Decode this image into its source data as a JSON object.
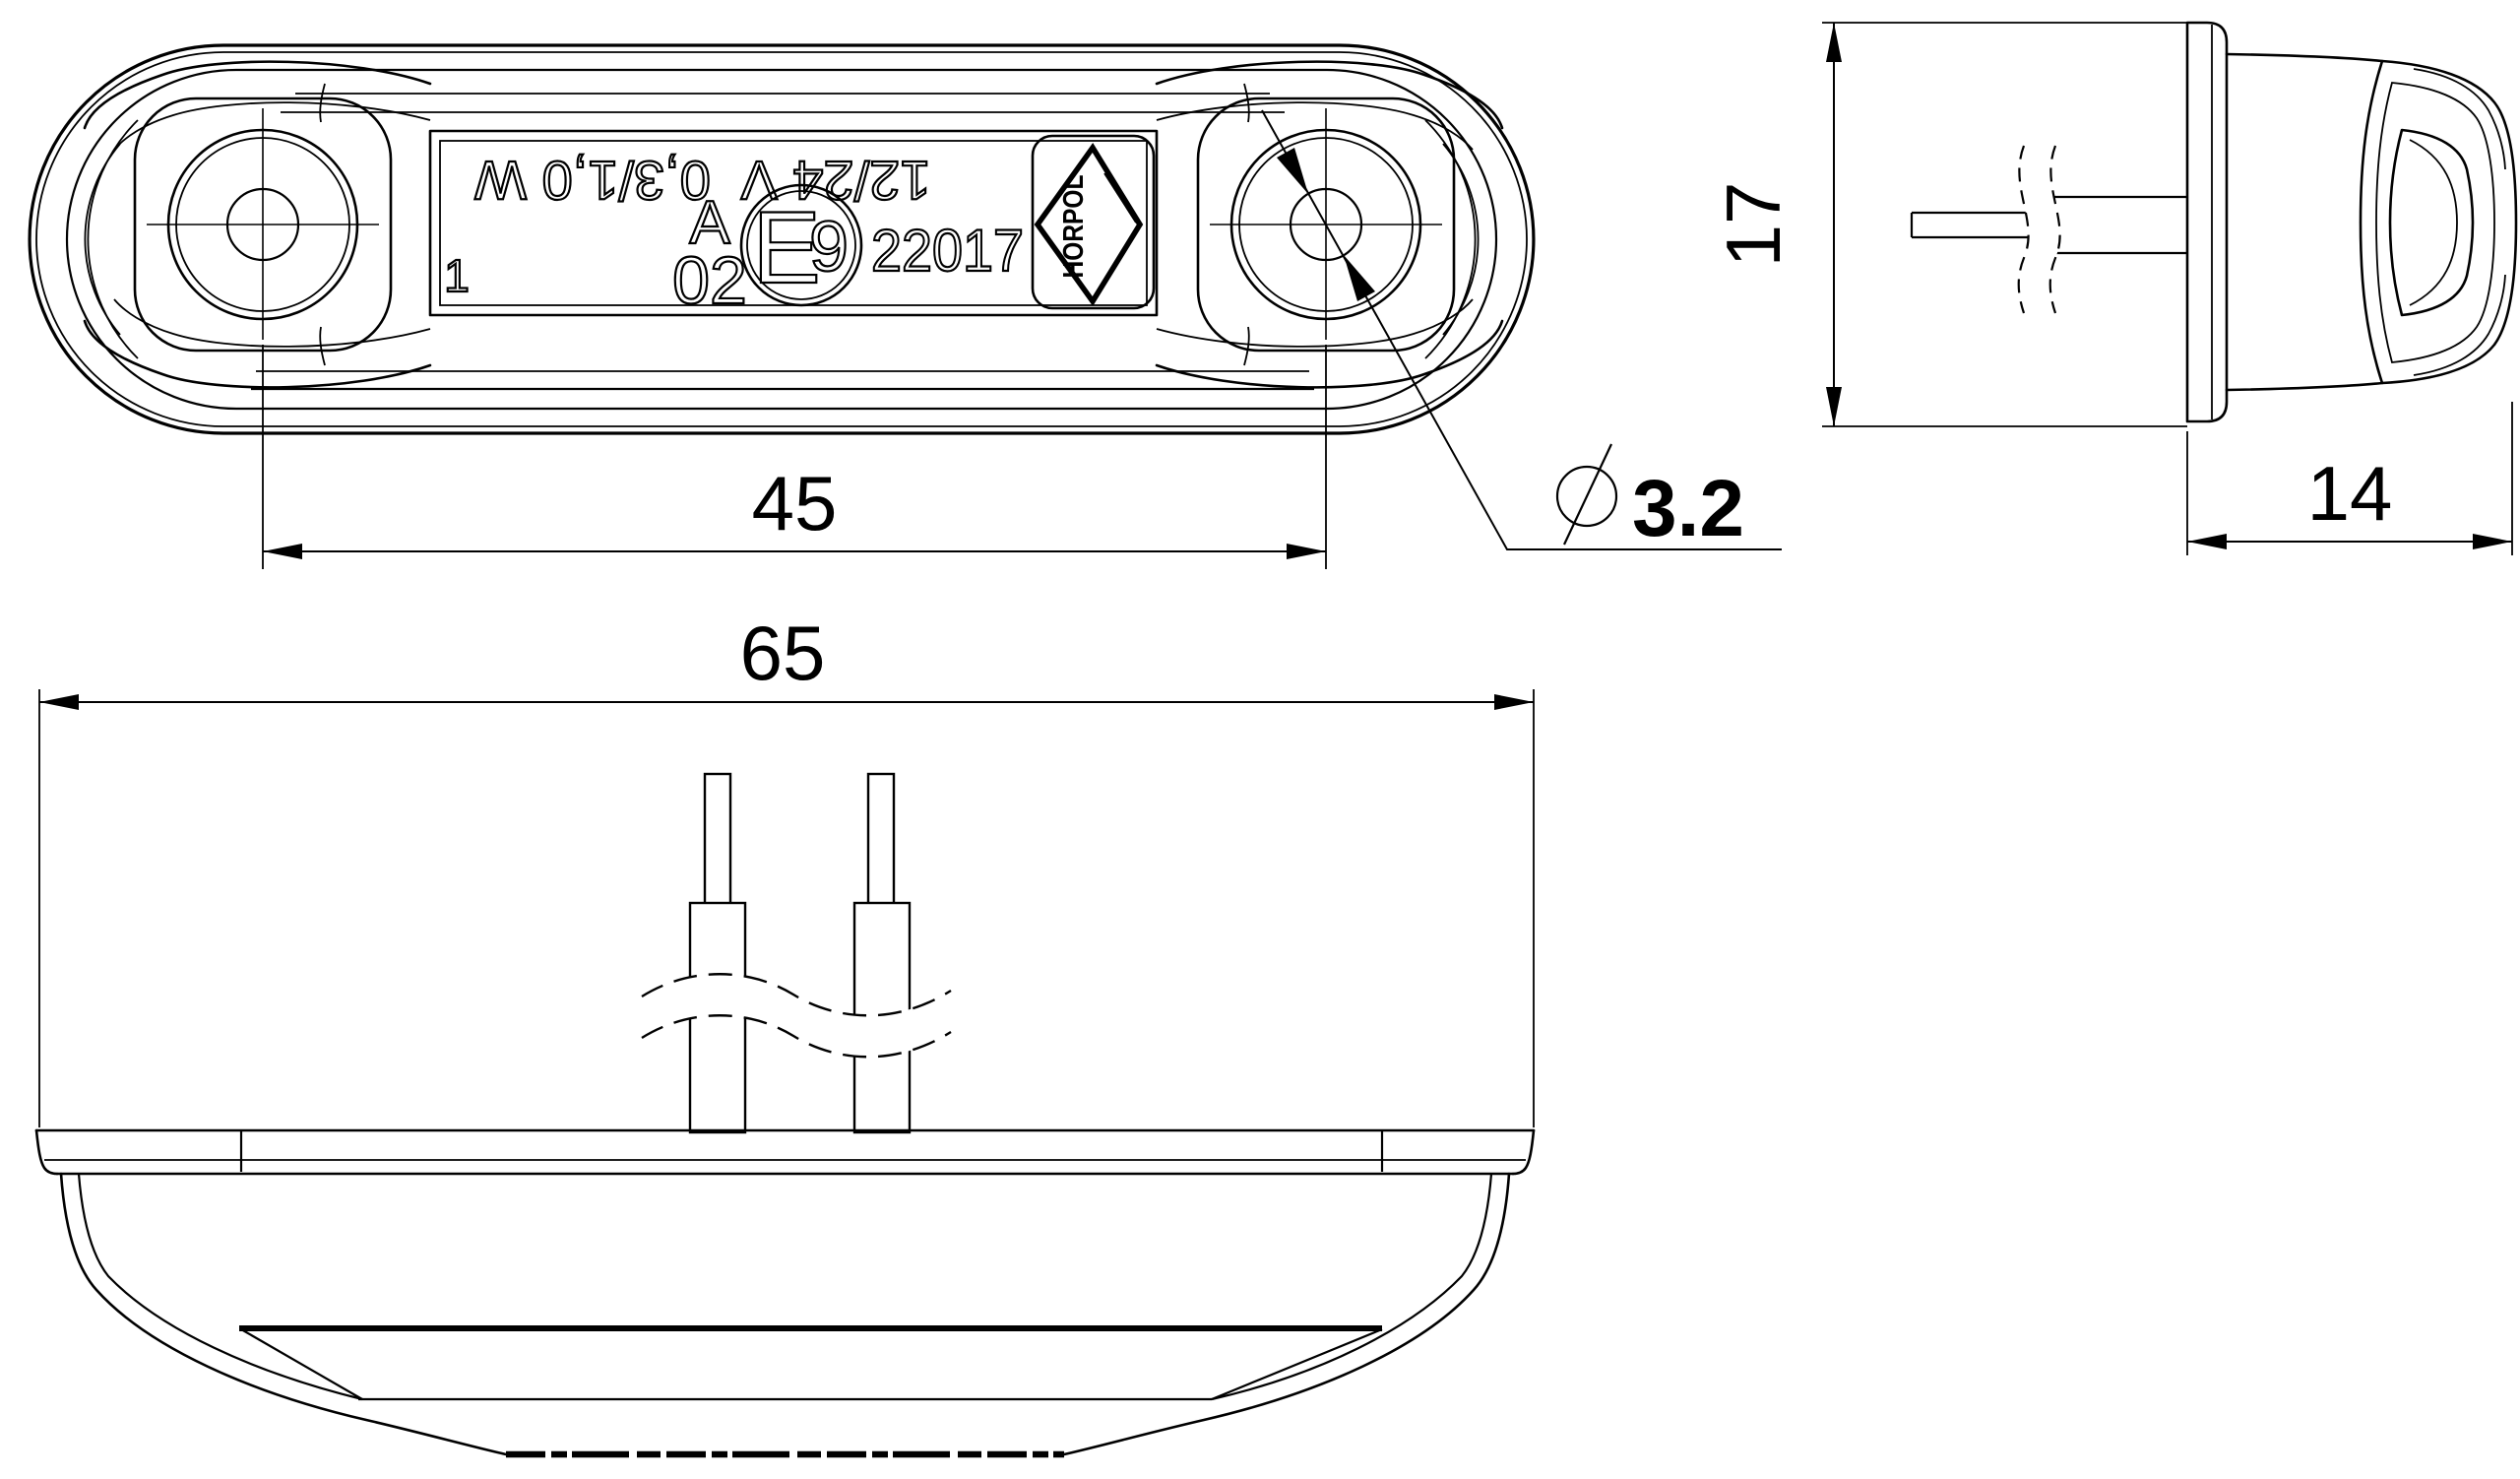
{
  "dimensions": {
    "hole_spacing": "45",
    "overall_length": "65",
    "overall_height": "17",
    "overall_depth": "14",
    "hole_diameter": "3.2"
  },
  "markings": {
    "power": "0,3/1,0 W",
    "voltage": "12/24 V",
    "approval_letter": "A",
    "approval_version": "02",
    "e_mark_letter": "E",
    "e_mark_number": "9",
    "approval_number": "22017",
    "cavity_number": "1",
    "brand": "HORPOL"
  },
  "colors": {
    "line": "#000000",
    "background": "#ffffff"
  }
}
